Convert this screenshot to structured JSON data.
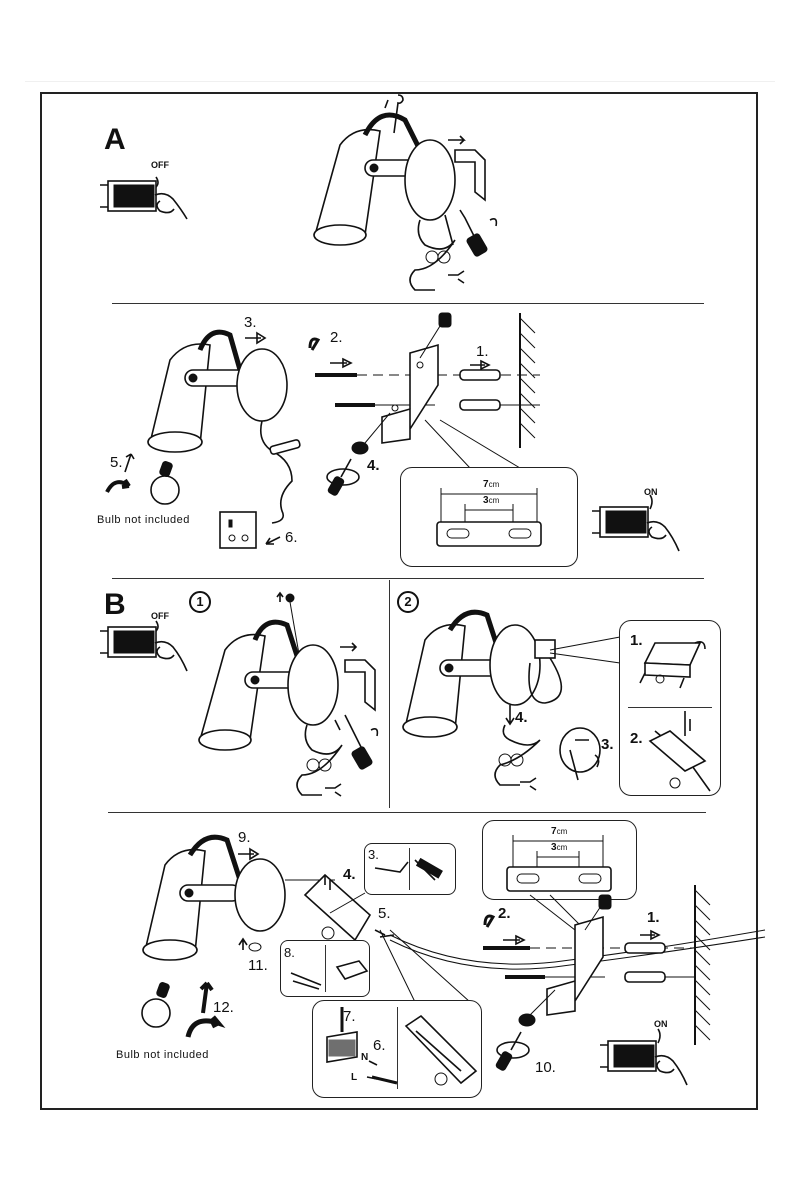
{
  "sections": {
    "A": {
      "letter": "A",
      "switch_off": "OFF"
    },
    "A2": {
      "steps": {
        "s1": "1.",
        "s2": "2.",
        "s3": "3.",
        "s4": "4.",
        "s5": "5.",
        "s6": "6."
      },
      "bulb_note": "Bulb not included",
      "bracket_outer": "7",
      "bracket_inner": "3",
      "unit": "cm",
      "switch_on": "ON"
    },
    "B": {
      "letter": "B",
      "sub1": "1",
      "sub2": "2",
      "switch_off": "OFF",
      "sub2_steps": {
        "s1": "1.",
        "s2": "2.",
        "s3": "3.",
        "s4": "4."
      }
    },
    "B2": {
      "steps": {
        "s1": "1.",
        "s2": "2.",
        "s3": "3.",
        "s4": "4.",
        "s5": "5.",
        "s6": "6.",
        "s7": "7.",
        "s8": "8.",
        "s9": "9.",
        "s10": "10.",
        "s11": "11.",
        "s12": "12."
      },
      "wire_n": "N",
      "wire_l": "L",
      "bulb_note": "Bulb not included",
      "bracket_outer": "7",
      "bracket_inner": "3",
      "unit": "cm",
      "switch_on": "ON"
    }
  },
  "colors": {
    "ink": "#111111",
    "paper": "#ffffff",
    "frame": "#222222"
  }
}
